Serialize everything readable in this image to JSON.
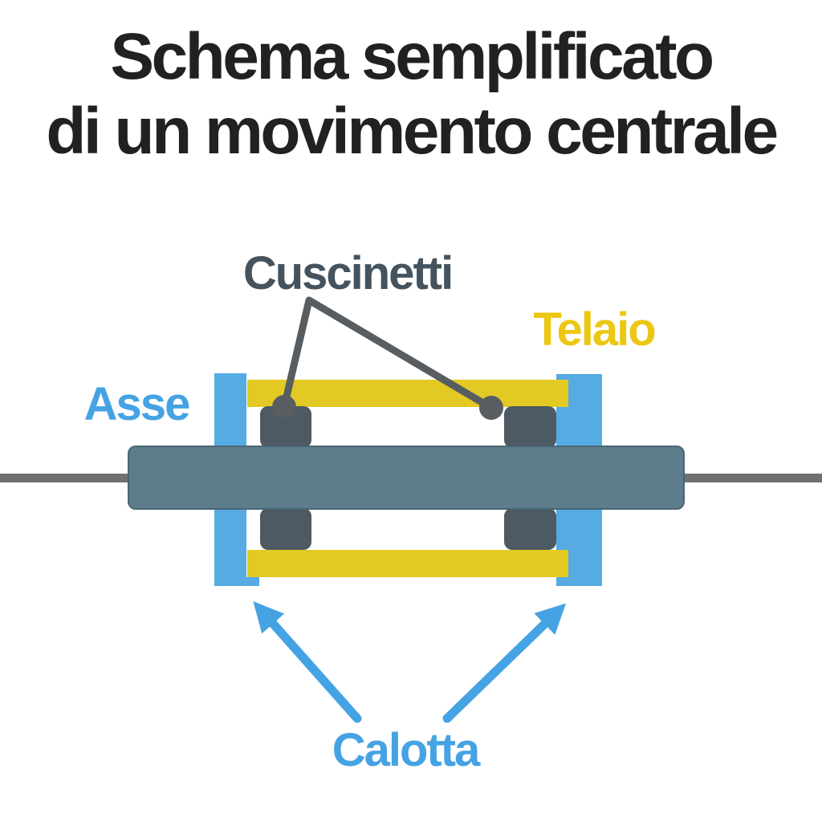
{
  "title": {
    "line1": "Schema semplificato",
    "line2": "di un movimento centrale"
  },
  "labels": {
    "cuscinetti": "Cuscinetti",
    "telaio": "Telaio",
    "asse": "Asse",
    "calotta": "Calotta"
  },
  "colors": {
    "title-dark": "#212121",
    "label-slate": "#44535e",
    "label-yellow": "#ecc713",
    "label-blue": "#45a3e4",
    "cup-blue": "#55abe2",
    "frame-yellow": "#e3c924",
    "bearing-dark": "#4d5a63",
    "axle-slate": "#5d7c8c",
    "axle-edge": "#4a6673",
    "pointer-gray": "#585d61",
    "shaft-gray": "#6e7071"
  }
}
